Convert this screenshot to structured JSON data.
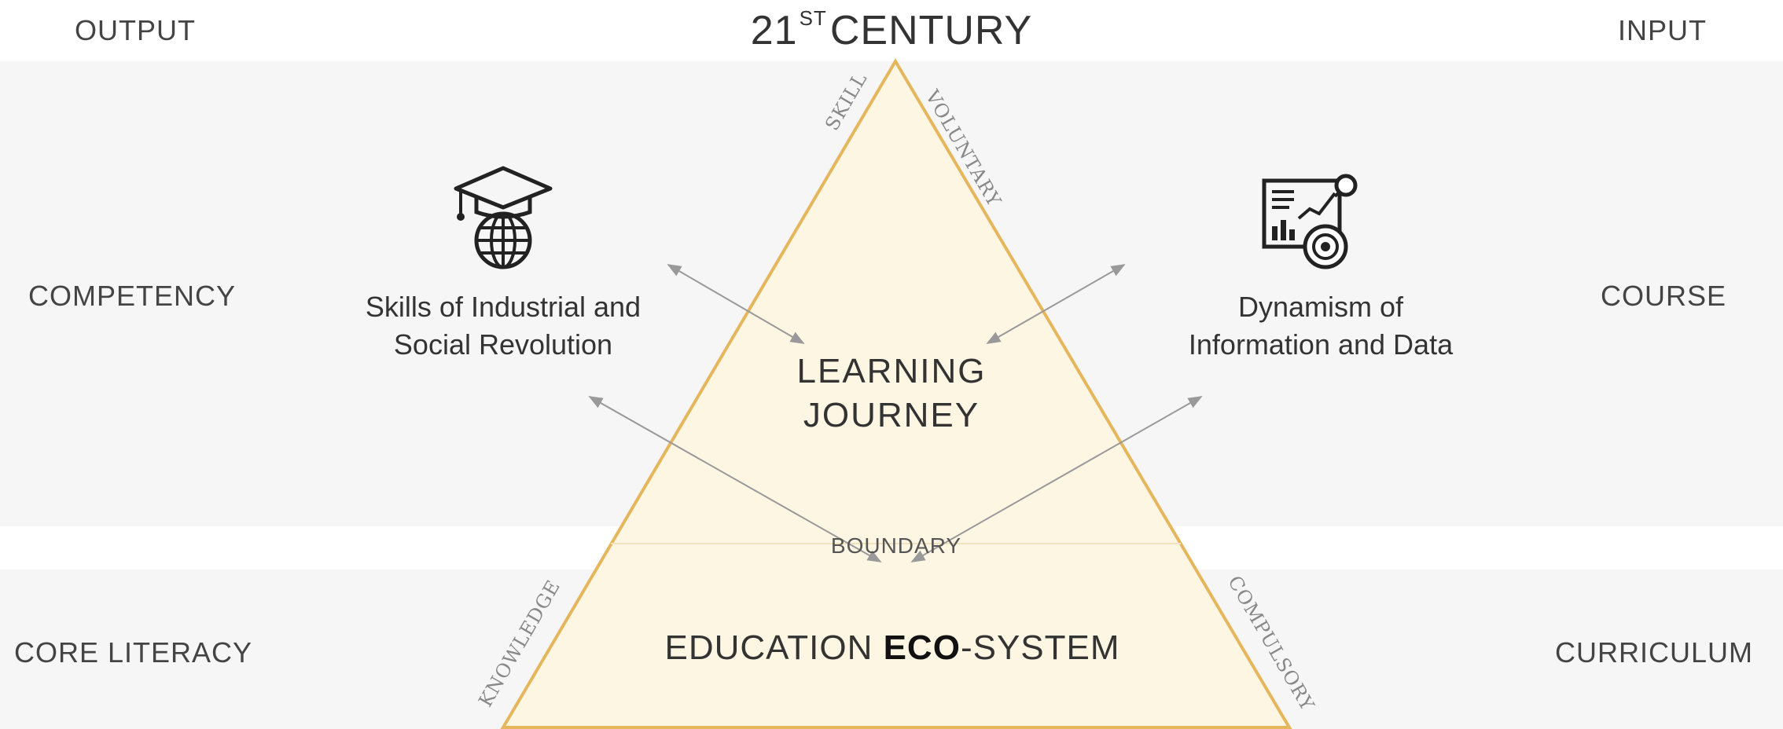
{
  "labels": {
    "output": "OUTPUT",
    "input": "INPUT",
    "competency": "COMPETENCY",
    "course": "COURSE",
    "core_literacy": "CORE LITERACY",
    "curriculum": "CURRICULUM"
  },
  "title": {
    "number": "21",
    "superscript": "ST",
    "word": "CENTURY"
  },
  "triangle": {
    "learning_journey_line1": "LEARNING",
    "learning_journey_line2": "JOURNEY",
    "boundary": "BOUNDARY",
    "eco_prefix": "EDUCATION ",
    "eco_bold": "ECO",
    "eco_suffix": "-SYSTEM",
    "edge_top_left": "SKILL",
    "edge_top_right": "VOLUNTARY",
    "edge_bottom_left": "KNOWLEDGE",
    "edge_bottom_right": "COMPULSORY"
  },
  "captions": {
    "left_line1": "Skills of Industrial and",
    "left_line2": "Social Revolution",
    "right_line1": "Dynamism of",
    "right_line2": "Information and Data"
  },
  "icons": {
    "left": "graduation-globe-icon",
    "right": "data-analytics-icon"
  },
  "colors": {
    "triangle_fill": "#fdf6e3",
    "triangle_stroke": "#e6b65c",
    "band": "#f6f6f6",
    "arrow": "#999999"
  }
}
